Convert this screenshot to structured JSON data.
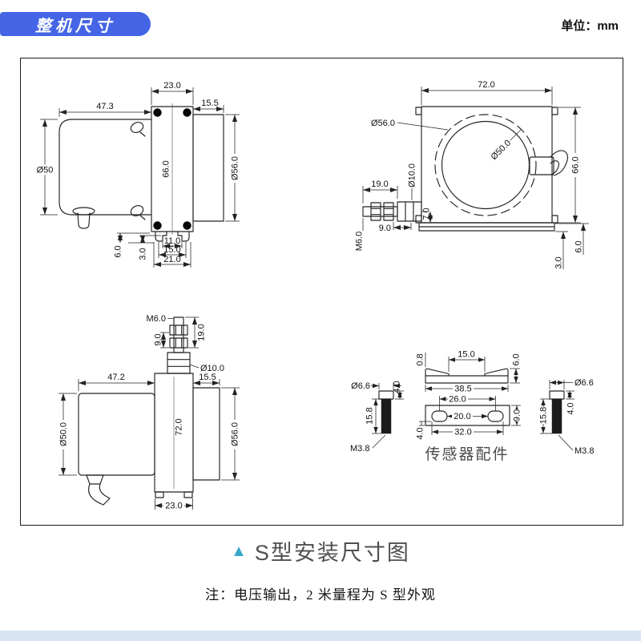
{
  "header": {
    "badge": "整机尺寸",
    "unit_label": "单位：mm"
  },
  "caption": {
    "marker": "▲",
    "title": "S型安装尺寸图"
  },
  "note": "注：电压输出，2 米量程为 S 型外观",
  "colors": {
    "badge_bg": "#4565e6",
    "caption_marker": "#38a7ca",
    "bottom_bar": "#d8e3f4",
    "line": "#232323"
  },
  "drawings": {
    "side_view": {
      "w_plate": "23.0",
      "w_body": "47.3",
      "w_cap": "15.5",
      "d_body": "Ø50",
      "h_plate": "66.0",
      "d_cap": "Ø56.0",
      "foot_inner": "11.0",
      "foot_mid": "15.0",
      "foot_outer": "21.0",
      "foot_height": "6.0",
      "foot_step": "3.0"
    },
    "front_view": {
      "w_body": "72.0",
      "h_body": "66.0",
      "d_outer": "Ø56.0",
      "d_inner": "Ø50.0",
      "shaft_len": "19.0",
      "shaft_dia": "Ø10.0",
      "thread_spec": "M6.0",
      "nut_section": "9.0",
      "shaft_offset": "7.0",
      "base_height": "6.0",
      "base_step": "3.0"
    },
    "vertical_view": {
      "thread_spec": "M6.0",
      "shaft_len": "19.0",
      "nut_section": "9.0",
      "shaft_dia": "Ø10.0",
      "w_body": "47.2",
      "w_cap": "15.5",
      "d_body": "Ø50.0",
      "h_plate": "72.0",
      "d_cap": "Ø56.0",
      "w_plate": "23.0"
    },
    "accessories": {
      "label": "传感器配件",
      "bolt_left": {
        "head_dia": "Ø6.6",
        "head_h": "4.0",
        "length": "15.8",
        "thread": "M3.8"
      },
      "bolt_right": {
        "head_dia": "Ø6.6",
        "head_h": "4.0",
        "length": "15.8",
        "thread": "M3.8"
      },
      "clip": {
        "thickness": "0.8",
        "gap": "15.0",
        "height": "6.0",
        "width": "38.5"
      },
      "plate": {
        "hole_pitch": "26.0",
        "inner_len": "20.0",
        "outer_len": "32.0",
        "height": "9.0",
        "edge": "4.0"
      }
    }
  }
}
